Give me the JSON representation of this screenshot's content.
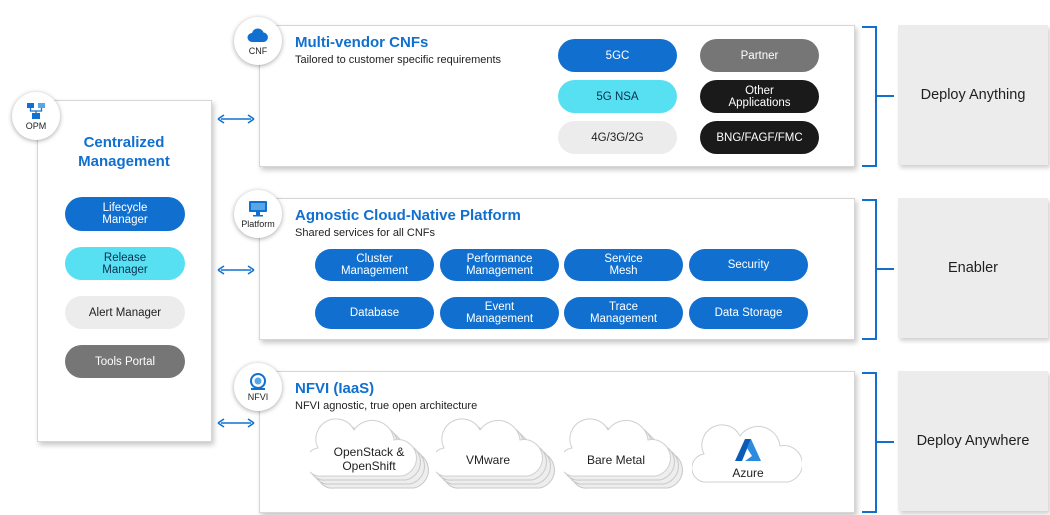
{
  "colors": {
    "primary_blue": "#1170cf",
    "cyan": "#57e0f2",
    "light_gray": "#ececec",
    "dark_gray": "#767676",
    "black": "#1a1a1a"
  },
  "opm": {
    "badge_label": "OPM",
    "title": [
      "Centralized",
      "Management"
    ],
    "items": [
      {
        "label": "Lifecycle Manager",
        "style": "blue"
      },
      {
        "label": "Release Manager",
        "style": "cyan"
      },
      {
        "label": "Alert Manager",
        "style": "lgray"
      },
      {
        "label": "Tools Portal",
        "style": "dgray"
      }
    ]
  },
  "cnf": {
    "badge_label": "CNF",
    "title": "Multi-vendor CNFs",
    "subtitle": "Tailored to customer specific requirements",
    "items": [
      {
        "label": "5GC",
        "style": "blue"
      },
      {
        "label": "5G NSA",
        "style": "cyan"
      },
      {
        "label": "4G/3G/2G",
        "style": "lgray"
      },
      {
        "label": "Partner",
        "style": "dgray"
      },
      {
        "label": "Other Applications",
        "style": "black"
      },
      {
        "label": "BNG/FAGF/FMC",
        "style": "black"
      }
    ]
  },
  "platform": {
    "badge_label": "Platform",
    "title": "Agnostic Cloud-Native Platform",
    "subtitle": "Shared services for all CNFs",
    "items": [
      {
        "label": "Cluster Management"
      },
      {
        "label": "Performance Management"
      },
      {
        "label": "Service Mesh"
      },
      {
        "label": "Security"
      },
      {
        "label": "Database"
      },
      {
        "label": "Event Management"
      },
      {
        "label": "Trace Management"
      },
      {
        "label": "Data Storage"
      }
    ]
  },
  "nfvi": {
    "badge_label": "NFVI",
    "title": "NFVI (IaaS)",
    "subtitle": "NFVI agnostic, true open architecture",
    "clouds": [
      {
        "label": "OpenStack & OpenShift"
      },
      {
        "label": "VMware"
      },
      {
        "label": "Bare Metal"
      },
      {
        "label": "Azure"
      }
    ]
  },
  "right_labels": [
    "Deploy Anything",
    "Enabler",
    "Deploy Anywhere"
  ],
  "icons": [
    "cloud-icon",
    "monitor-icon",
    "nfvi-icon",
    "opm-icon",
    "azure-logo",
    "bidirectional-arrow"
  ]
}
